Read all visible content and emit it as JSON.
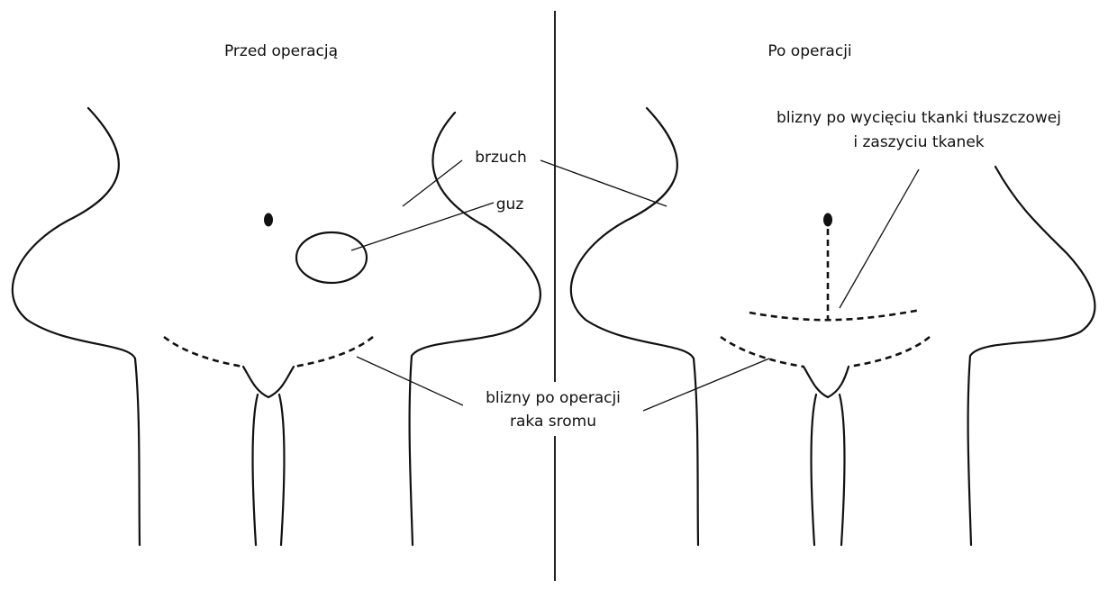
{
  "panels": {
    "before": {
      "title": "Przed operacją"
    },
    "after": {
      "title": "Po operacji"
    }
  },
  "labels": {
    "abdomen": "brzuch",
    "tumor": "guz",
    "vulvar_scars_line1": "blizny po operacji",
    "vulvar_scars_line2": "raka sromu",
    "excision_scars_line1": "blizny po wycięciu tkanki tłuszczowej",
    "excision_scars_line2": "i zaszyciu tkanek"
  },
  "colors": {
    "line": "#111111",
    "background": "#ffffff"
  }
}
